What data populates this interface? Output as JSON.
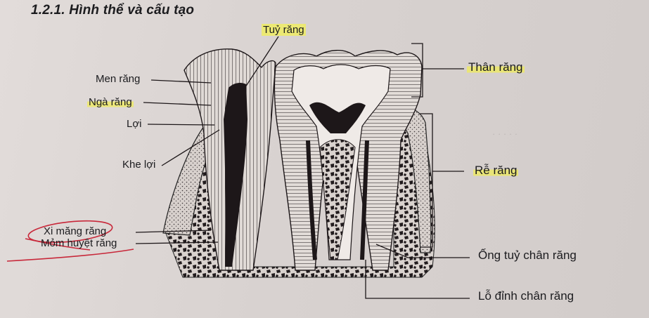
{
  "heading": "1.2.1. Hình thể và cấu tạo",
  "labels": {
    "tuy_rang": "Tuỷ răng",
    "men_rang": "Men răng",
    "nga_rang": "Ngà răng",
    "loi": "Lợi",
    "khe_loi": "Khe lợi",
    "xi_mang_rang": "Xi măng răng",
    "mom_huyet_rang": "Mỏm huyệt răng",
    "than_rang": "Thân răng",
    "re_rang": "Rễ răng",
    "ong_tuy_chan_rang": "Ống tuỷ chân răng",
    "lo_dinh_chan_rang": "Lỗ đỉnh chân răng"
  },
  "colors": {
    "highlight": "#eeec64",
    "pen_annotation": "#c8283a"
  }
}
